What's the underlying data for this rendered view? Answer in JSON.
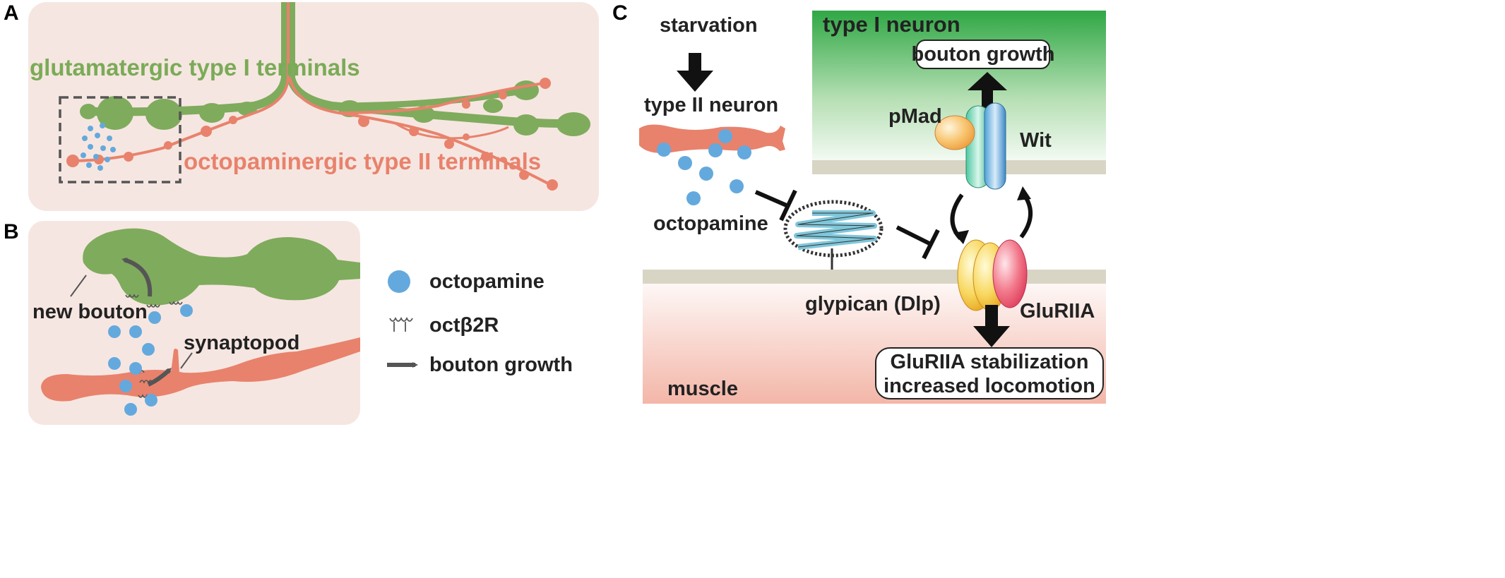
{
  "panels": {
    "a": {
      "letter": "A",
      "glutamatergic_label": "glutamatergic type I terminals",
      "octopaminergic_label": "octopaminergic type II terminals"
    },
    "b": {
      "letter": "B",
      "new_bouton_label": "new bouton",
      "synaptopod_label": "synaptopod",
      "legend": {
        "octopamine": "octopamine",
        "receptor": "octβ2R",
        "bouton_growth": "bouton growth"
      }
    },
    "c": {
      "letter": "C",
      "starvation": "starvation",
      "type_ii_neuron": "type II neuron",
      "octopamine": "octopamine",
      "glypican": "glypican (Dlp)",
      "type_i_neuron": "type I neuron",
      "bouton_growth": "bouton growth",
      "pmad": "pMad",
      "wit": "Wit",
      "gluriia": "GluRIIA",
      "muscle": "muscle",
      "outcome_line1": "GluRIIA stabilization",
      "outcome_line2": "increased locomotion"
    }
  },
  "colors": {
    "panel_bg": "#f6e6e1",
    "type_i_green": "#7fab5d",
    "type_ii_orange": "#e8826c",
    "octopamine_blue": "#64a9dd",
    "membrane": "#d8d5c5",
    "arrow_gray": "#555555",
    "green_gradient_top": "#2fa744",
    "muscle_pink": "#f3bdb0",
    "glypican_cyan": "#7fc6da"
  }
}
